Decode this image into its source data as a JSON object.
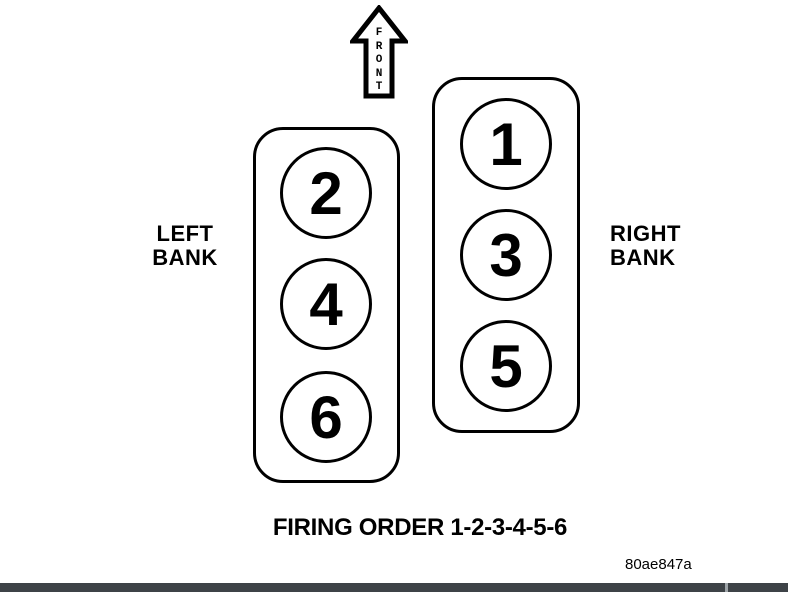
{
  "diagram": {
    "front_arrow": {
      "label": "FRONT",
      "letters": [
        "F",
        "R",
        "O",
        "N",
        "T"
      ]
    },
    "left_bank": {
      "label": "LEFT\nBANK",
      "cylinders": [
        "2",
        "4",
        "6"
      ]
    },
    "right_bank": {
      "label": "RIGHT\nBANK",
      "cylinders": [
        "1",
        "3",
        "5"
      ]
    },
    "caption": "FIRING ORDER 1-2-3-4-5-6",
    "figure_code": "80ae847a",
    "colors": {
      "line": "#000000",
      "background": "#ffffff",
      "bottom_bar": "#3e4347",
      "bottom_bar_tick": "#9ea4a8"
    }
  }
}
